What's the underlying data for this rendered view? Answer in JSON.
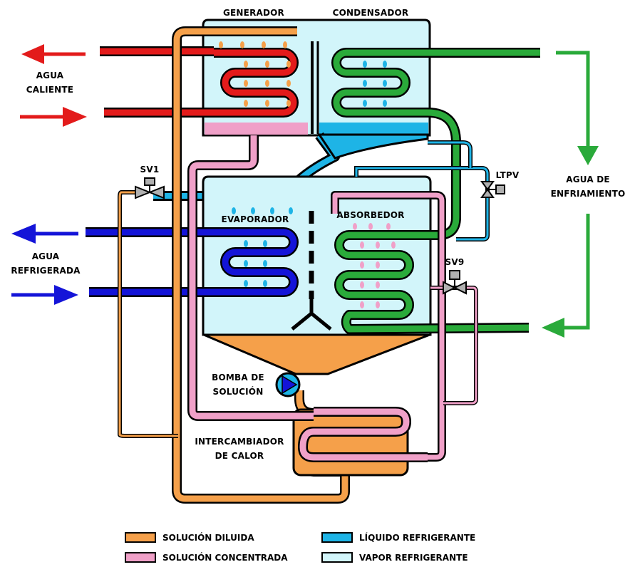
{
  "labels": {
    "generador": "GENERADOR",
    "condensador": "CONDENSADOR",
    "evaporador": "EVAPORADOR",
    "absorbedor": "ABSORBEDOR",
    "agua_caliente_1": "AGUA",
    "agua_caliente_2": "CALIENTE",
    "agua_refrigerada_1": "AGUA",
    "agua_refrigerada_2": "REFRIGERADA",
    "agua_enfriamiento_1": "AGUA DE",
    "agua_enfriamiento_2": "ENFRIAMIENTO",
    "sv1": "SV1",
    "sv9": "SV9",
    "ltpv": "LTPV",
    "bomba_1": "BOMBA DE",
    "bomba_2": "SOLUCIÓN",
    "intercambiador_1": "INTERCAMBIADOR",
    "intercambiador_2": "DE CALOR"
  },
  "legend": [
    {
      "label": "SOLUCIÓN DILUIDA",
      "color": "#F5A04A"
    },
    {
      "label": "SOLUCIÓN CONCENTRADA",
      "color": "#F0A0C8"
    },
    {
      "label": "LÍQUIDO REFRIGERANTE",
      "color": "#1EB4E6"
    },
    {
      "label": "VAPOR REFRIGERANTE",
      "color": "#D2F5FA"
    }
  ],
  "colors": {
    "hot": "#E31B1B",
    "chilled": "#1414D8",
    "cooling": "#2AAA3A",
    "dilute": "#F5A04A",
    "concentrated": "#F0A0C8",
    "liquid": "#1EB4E6",
    "vapor": "#D2F5FA"
  }
}
